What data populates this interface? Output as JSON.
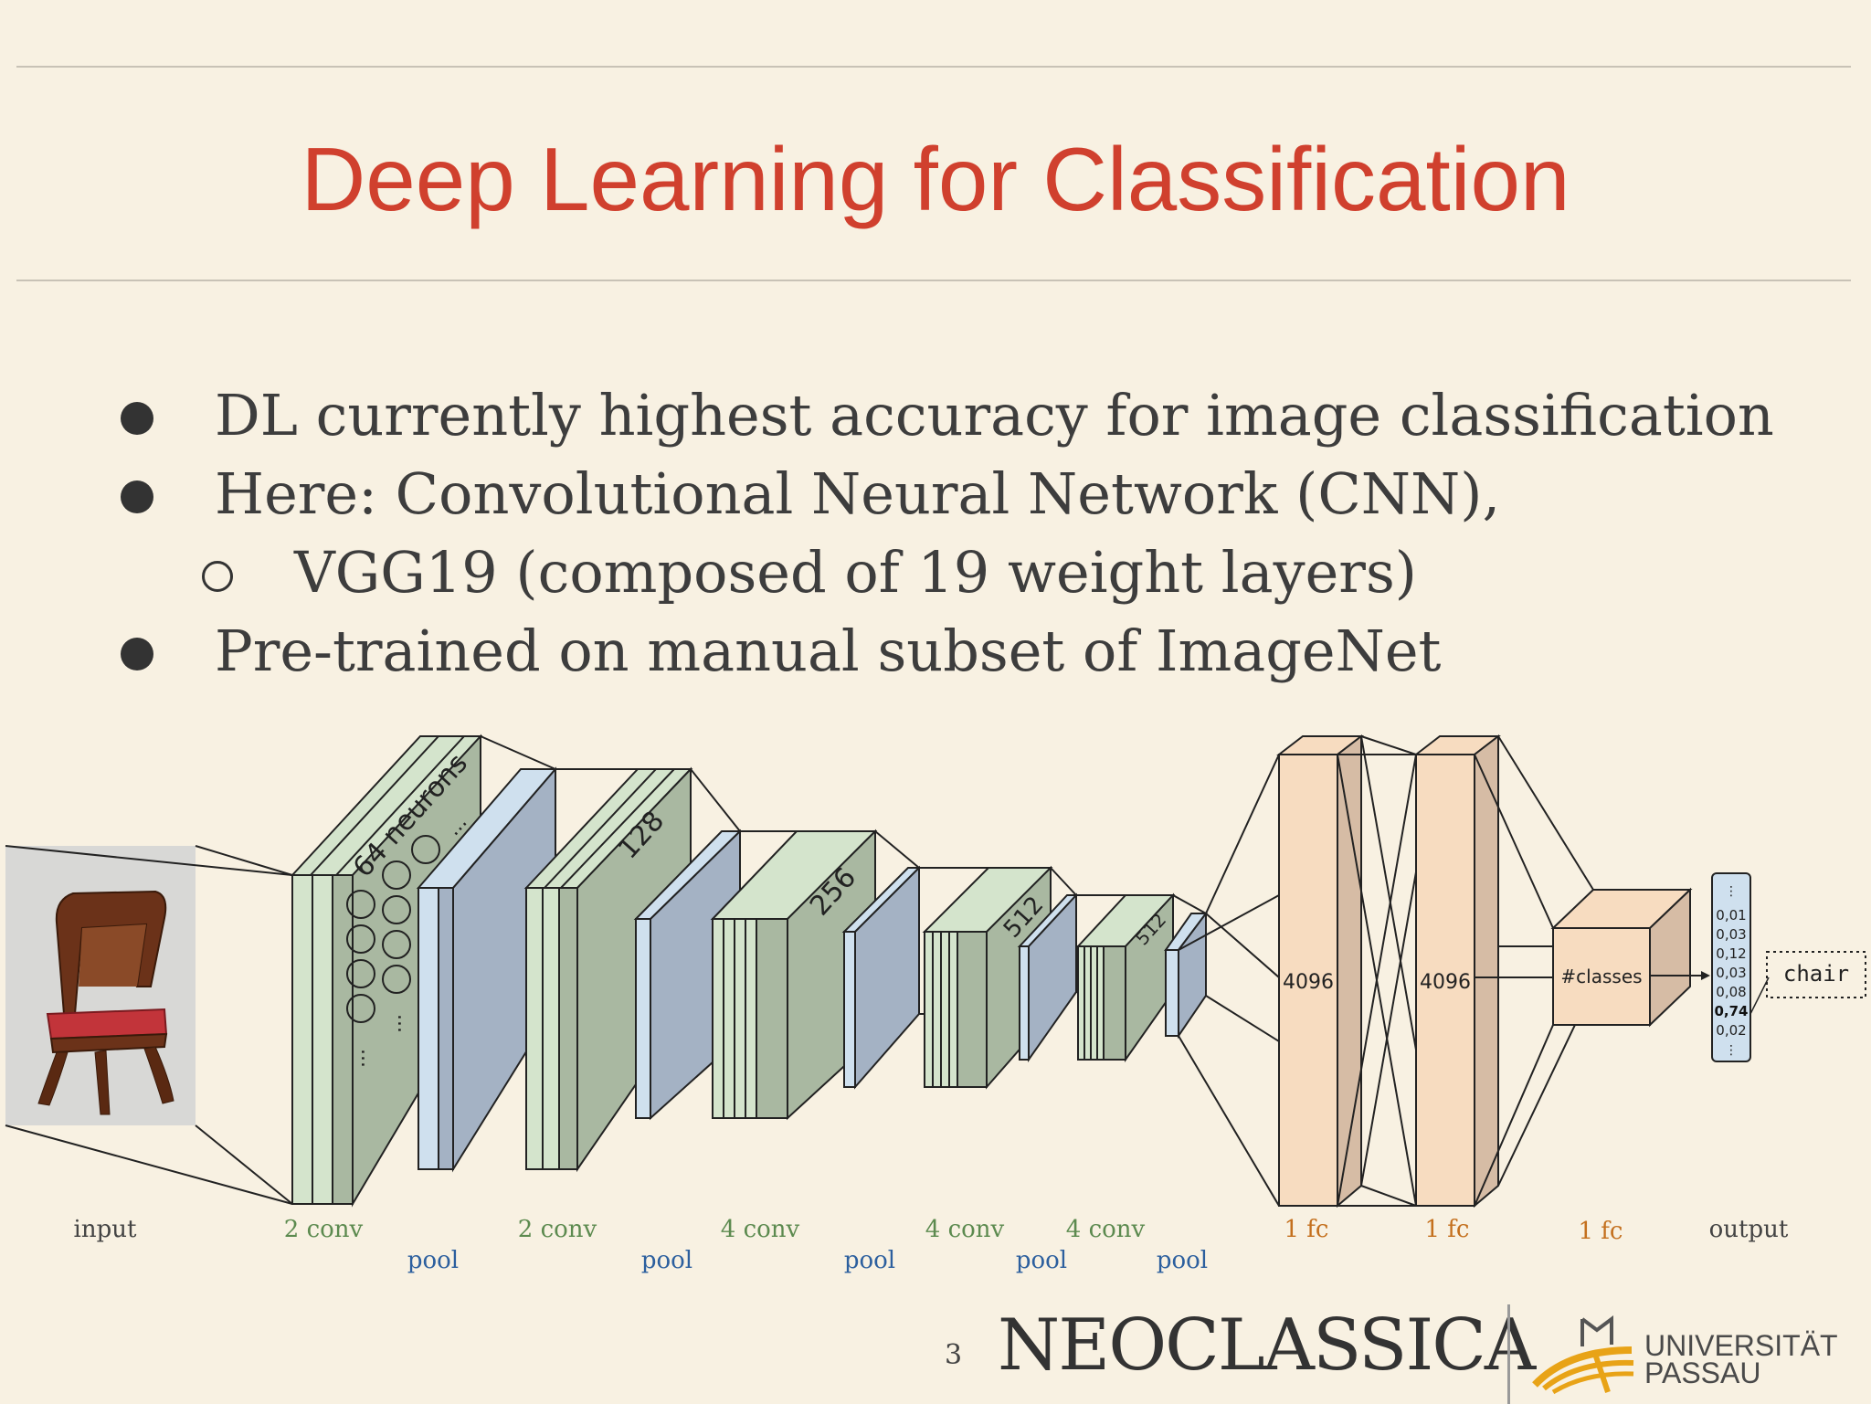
{
  "title": "Deep Learning for Classification",
  "bullets": [
    {
      "level": 1,
      "text": "DL currently highest accuracy for image classification"
    },
    {
      "level": 1,
      "text": "Here: Convolutional Neural Network (CNN),"
    },
    {
      "level": 2,
      "text": "VGG19 (composed of 19 weight layers)"
    },
    {
      "level": 1,
      "text": "Pre-trained on manual subset of ImageNet"
    }
  ],
  "diagram": {
    "block_labels": {
      "neurons": "64 neurons",
      "c128": "128",
      "c256": "256",
      "c512a": "512",
      "c512b": "512",
      "fc1": "4096",
      "fc2": "4096",
      "classes": "#classes",
      "output_label": "chair",
      "ellipsis": "..."
    },
    "output_values": [
      "⋮",
      "0,01",
      "0,03",
      "0,12",
      "0,03",
      "0,08",
      "0,74",
      "0,02",
      "⋮"
    ],
    "bottom_labels": {
      "input": "input",
      "conv1": "2 conv",
      "pool1": "pool",
      "conv2": "2 conv",
      "pool2": "pool",
      "conv3": "4 conv",
      "pool3": "pool",
      "conv4": "4 conv",
      "pool4": "pool",
      "conv5": "4 conv",
      "pool5": "pool",
      "fc1": "1 fc",
      "fc2": "1 fc",
      "fc3": "1 fc",
      "output": "output"
    },
    "colors": {
      "conv": "#a9b8a1",
      "conv_face": "#d4e4cc",
      "pool": "#a4b2c4",
      "pool_face": "#cfe0ee",
      "fc": "#f7dcc0",
      "fc_side": "#d6bca5"
    }
  },
  "footer": {
    "page_number": "3",
    "logo": "NEOCLASSICA",
    "university_line1": "UNIVERSITÄT",
    "university_line2": "PASSAU"
  }
}
